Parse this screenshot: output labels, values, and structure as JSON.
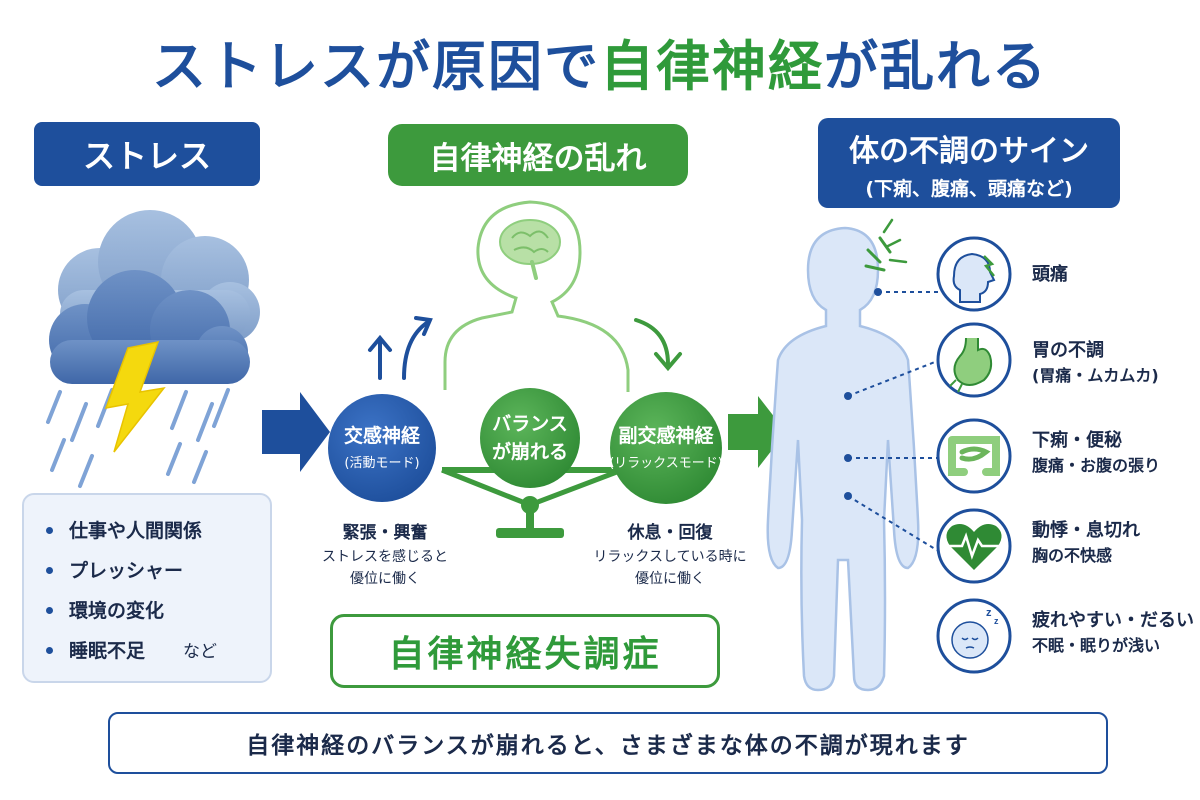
{
  "title": {
    "part1": "ストレス",
    "part2": "が原因で",
    "part3": "自律神経",
    "part4": "が乱れる"
  },
  "stress": {
    "header": "ストレス",
    "causes": [
      "仕事や人間関係",
      "プレッシャー",
      "環境の変化",
      "睡眠不足"
    ],
    "causes_etc": "など"
  },
  "autonomic": {
    "header": "自律神経の乱れ",
    "sympathetic": {
      "label": "交感神経",
      "sub": "(活動モード)",
      "caption1": "緊張・興奮",
      "caption2": "ストレスを感じると",
      "caption3": "優位に働く"
    },
    "balance": {
      "line1": "バランス",
      "line2": "が崩れる"
    },
    "parasympathetic": {
      "label": "副交感神経",
      "sub": "(リラックスモード)",
      "caption1": "休息・回復",
      "caption2": "リラックスしている時に",
      "caption3": "優位に働く"
    },
    "disorder": "自律神経失調症"
  },
  "signs": {
    "header": "体の不調のサイン",
    "header_sub": "(下痢、腹痛、頭痛など)",
    "items": [
      {
        "icon": "head-ache-icon",
        "line1": "頭痛",
        "line2": ""
      },
      {
        "icon": "stomach-icon",
        "line1": "胃の不調",
        "line2": "(胃痛・ムカムカ)"
      },
      {
        "icon": "intestine-icon",
        "line1": "下痢・便秘",
        "line2": "腹痛・お腹の張り"
      },
      {
        "icon": "heart-pulse-icon",
        "line1": "動悸・息切れ",
        "line2": "胸の不快感"
      },
      {
        "icon": "sleepy-face-icon",
        "line1": "疲れやすい・だるい",
        "line2": "不眠・眠りが浅い"
      }
    ]
  },
  "bottom_message": "自律神経のバランスが崩れると、さまざまな体の不調が現れます",
  "colors": {
    "blue": "#1e4f9c",
    "green": "#3d9a3d",
    "light_green": "#8fce7e",
    "body_fill": "#dbe7f8",
    "lightning": "#f4d90e"
  }
}
